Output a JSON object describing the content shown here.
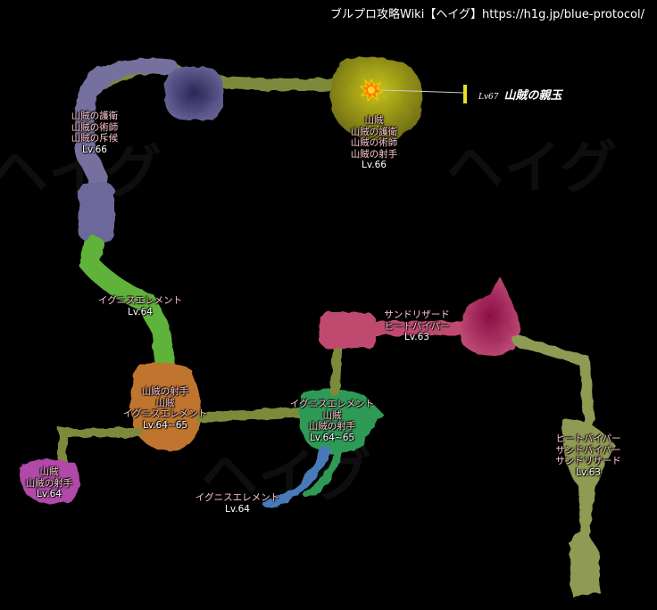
{
  "credit": "ブルプロ攻略Wiki【ヘイグ】https://h1g.jp/blue-protocol/",
  "watermark": "ヘイグ",
  "colors": {
    "background": "#000000",
    "path": "#7d8a3a",
    "purple_area": "#76709f",
    "dark_purple_area": "#3e3a6b",
    "olive_boss_area": "#b8b820",
    "green_path": "#5fb33a",
    "orange_area": "#c0742e",
    "teal_area": "#2f9a55",
    "pink_area": "#c04a70",
    "magenta_area": "#a0205a",
    "light_olive_area": "#9aa048",
    "violet_area": "#b04aa8",
    "blue_path": "#4a7ab8",
    "boss_marker": "#ff7a00",
    "boss_pointer": "#e8e020",
    "label_text": "#ffc8d0"
  },
  "boss": {
    "level": "Lv67",
    "name": "山賊の親玉",
    "marker_icon": "boss-burst-icon"
  },
  "areas": [
    {
      "id": "nw-enemies",
      "names": [
        "山賊の護衛",
        "山賊の術師",
        "山賊の斥候"
      ],
      "level": "Lv.66"
    },
    {
      "id": "boss-area",
      "names": [
        "山賊",
        "山賊の護衛",
        "山賊の術師",
        "山賊の射手"
      ],
      "level": "Lv.66"
    },
    {
      "id": "green-corridor",
      "names": [
        "イグニスエレメント"
      ],
      "level": "Lv.64"
    },
    {
      "id": "orange-area",
      "names": [
        "山賊の射手",
        "山賊",
        "イグニスエレメント"
      ],
      "level": "Lv.64~65"
    },
    {
      "id": "teal-area",
      "names": [
        "イグニスエレメント",
        "山賊",
        "山賊の射手"
      ],
      "level": "Lv.64~65"
    },
    {
      "id": "pink-area",
      "names": [
        "サンドリザード",
        "ヒートバイパー"
      ],
      "level": "Lv.63"
    },
    {
      "id": "east-corridor",
      "names": [
        "ヒートバイパー",
        "サンドバイパー",
        "サンドリザード"
      ],
      "level": "Lv.63"
    },
    {
      "id": "violet-area",
      "names": [
        "山賊",
        "山賊の射手"
      ],
      "level": "Lv.64"
    },
    {
      "id": "blue-path",
      "names": [
        "イグニスエレメント"
      ],
      "level": "Lv.64"
    }
  ]
}
